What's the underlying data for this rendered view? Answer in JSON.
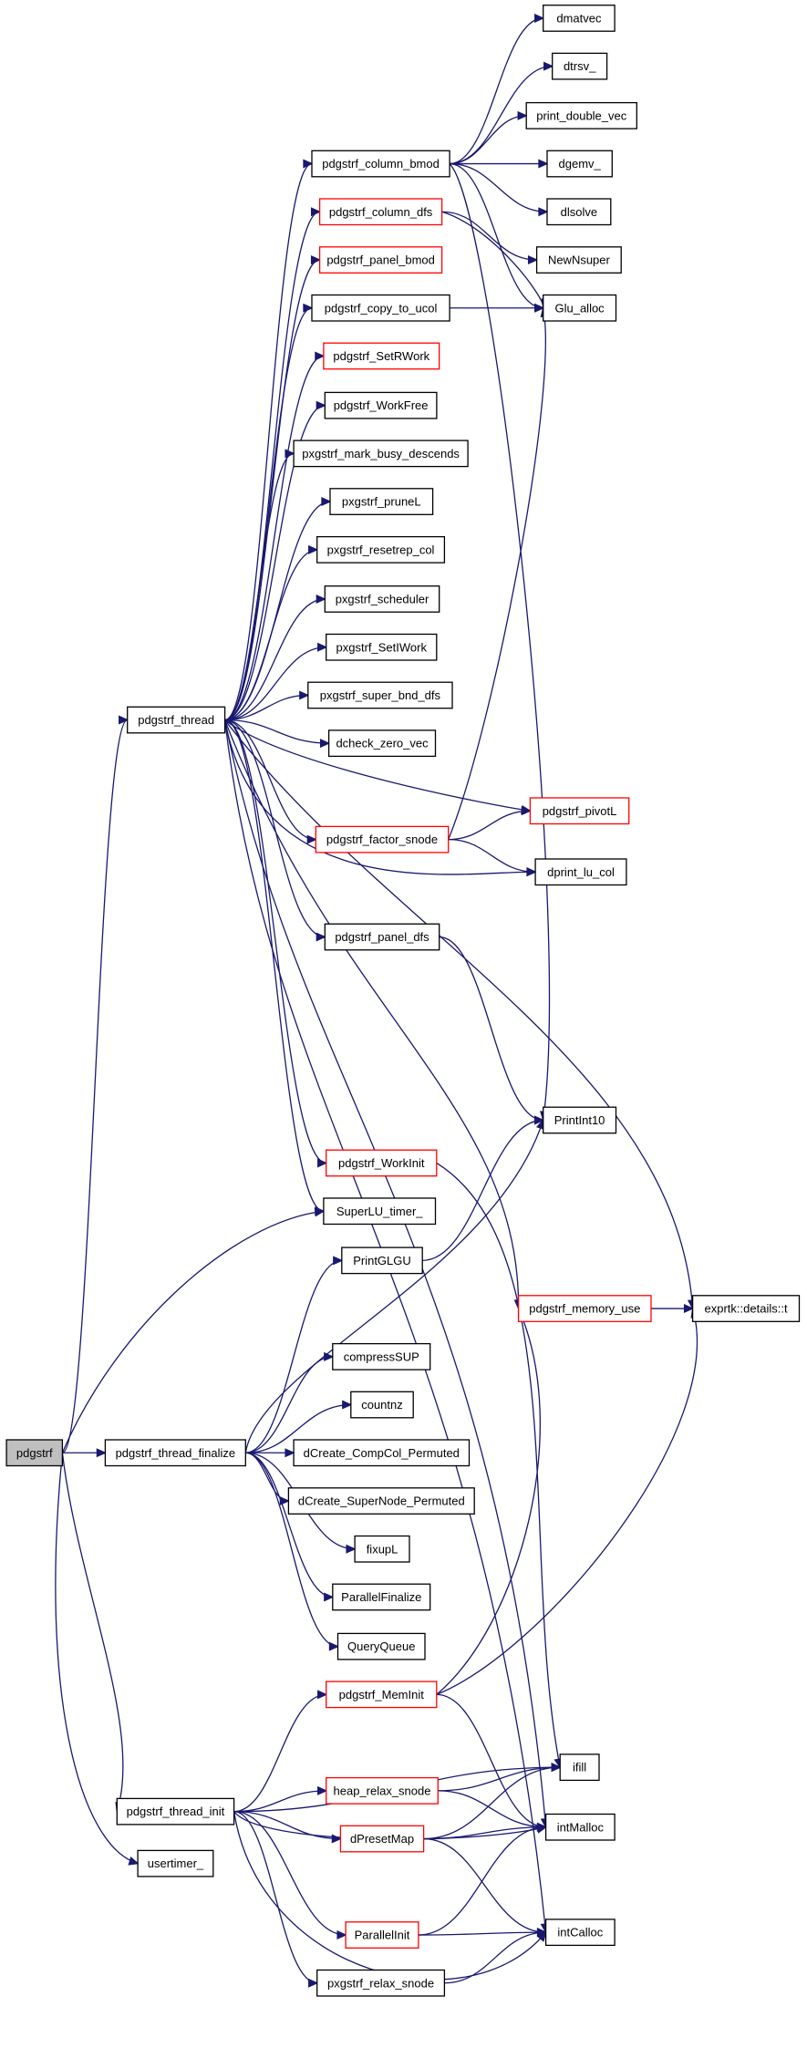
{
  "diagram": {
    "type": "call-graph",
    "colors": {
      "edge": "#191970",
      "normal_border": "#000000",
      "truncated_border": "#ff0000",
      "root_fill": "#bfbfbf"
    },
    "nodes": [
      {
        "id": "pdgstrf",
        "label": "pdgstrf",
        "style": "root"
      },
      {
        "id": "pdgstrf_thread",
        "label": "pdgstrf_thread",
        "style": "normal"
      },
      {
        "id": "pdgstrf_thread_finalize",
        "label": "pdgstrf_thread_finalize",
        "style": "normal"
      },
      {
        "id": "pdgstrf_thread_init",
        "label": "pdgstrf_thread_init",
        "style": "normal"
      },
      {
        "id": "usertimer_",
        "label": "usertimer_",
        "style": "normal"
      },
      {
        "id": "pdgstrf_column_bmod",
        "label": "pdgstrf_column_bmod",
        "style": "normal"
      },
      {
        "id": "pdgstrf_column_dfs",
        "label": "pdgstrf_column_dfs",
        "style": "red"
      },
      {
        "id": "pdgstrf_panel_bmod",
        "label": "pdgstrf_panel_bmod",
        "style": "red"
      },
      {
        "id": "pdgstrf_copy_to_ucol",
        "label": "pdgstrf_copy_to_ucol",
        "style": "normal"
      },
      {
        "id": "pdgstrf_SetRWork",
        "label": "pdgstrf_SetRWork",
        "style": "red"
      },
      {
        "id": "pdgstrf_WorkFree",
        "label": "pdgstrf_WorkFree",
        "style": "normal"
      },
      {
        "id": "pxgstrf_mark_busy_descends",
        "label": "pxgstrf_mark_busy_descends",
        "style": "normal"
      },
      {
        "id": "pxgstrf_pruneL",
        "label": "pxgstrf_pruneL",
        "style": "normal"
      },
      {
        "id": "pxgstrf_resetrep_col",
        "label": "pxgstrf_resetrep_col",
        "style": "normal"
      },
      {
        "id": "pxgstrf_scheduler",
        "label": "pxgstrf_scheduler",
        "style": "normal"
      },
      {
        "id": "pxgstrf_SetIWork",
        "label": "pxgstrf_SetIWork",
        "style": "normal"
      },
      {
        "id": "pxgstrf_super_bnd_dfs",
        "label": "pxgstrf_super_bnd_dfs",
        "style": "normal"
      },
      {
        "id": "dcheck_zero_vec",
        "label": "dcheck_zero_vec",
        "style": "normal"
      },
      {
        "id": "pdgstrf_factor_snode",
        "label": "pdgstrf_factor_snode",
        "style": "red"
      },
      {
        "id": "pdgstrf_panel_dfs",
        "label": "pdgstrf_panel_dfs",
        "style": "normal"
      },
      {
        "id": "pdgstrf_WorkInit",
        "label": "pdgstrf_WorkInit",
        "style": "red"
      },
      {
        "id": "SuperLU_timer_",
        "label": "SuperLU_timer_",
        "style": "normal"
      },
      {
        "id": "PrintGLGU",
        "label": "PrintGLGU",
        "style": "normal"
      },
      {
        "id": "compressSUP",
        "label": "compressSUP",
        "style": "normal"
      },
      {
        "id": "countnz",
        "label": "countnz",
        "style": "normal"
      },
      {
        "id": "dCreate_CompCol_Permuted",
        "label": "dCreate_CompCol_Permuted",
        "style": "normal"
      },
      {
        "id": "dCreate_SuperNode_Permuted",
        "label": "dCreate_SuperNode_Permuted",
        "style": "normal"
      },
      {
        "id": "fixupL",
        "label": "fixupL",
        "style": "normal"
      },
      {
        "id": "ParallelFinalize",
        "label": "ParallelFinalize",
        "style": "normal"
      },
      {
        "id": "QueryQueue",
        "label": "QueryQueue",
        "style": "normal"
      },
      {
        "id": "pdgstrf_MemInit",
        "label": "pdgstrf_MemInit",
        "style": "red"
      },
      {
        "id": "heap_relax_snode",
        "label": "heap_relax_snode",
        "style": "red"
      },
      {
        "id": "dPresetMap",
        "label": "dPresetMap",
        "style": "red"
      },
      {
        "id": "ParallelInit",
        "label": "ParallelInit",
        "style": "red"
      },
      {
        "id": "pxgstrf_relax_snode",
        "label": "pxgstrf_relax_snode",
        "style": "normal"
      },
      {
        "id": "dmatvec",
        "label": "dmatvec",
        "style": "normal"
      },
      {
        "id": "dtrsv_",
        "label": "dtrsv_",
        "style": "normal"
      },
      {
        "id": "print_double_vec",
        "label": "print_double_vec",
        "style": "normal"
      },
      {
        "id": "dgemv_",
        "label": "dgemv_",
        "style": "normal"
      },
      {
        "id": "dlsolve",
        "label": "dlsolve",
        "style": "normal"
      },
      {
        "id": "NewNsuper",
        "label": "NewNsuper",
        "style": "normal"
      },
      {
        "id": "Glu_alloc",
        "label": "Glu_alloc",
        "style": "normal"
      },
      {
        "id": "pdgstrf_pivotL",
        "label": "pdgstrf_pivotL",
        "style": "red"
      },
      {
        "id": "dprint_lu_col",
        "label": "dprint_lu_col",
        "style": "normal"
      },
      {
        "id": "PrintInt10",
        "label": "PrintInt10",
        "style": "normal"
      },
      {
        "id": "pdgstrf_memory_use",
        "label": "pdgstrf_memory_use",
        "style": "red"
      },
      {
        "id": "ifill",
        "label": "ifill",
        "style": "normal"
      },
      {
        "id": "intMalloc",
        "label": "intMalloc",
        "style": "normal"
      },
      {
        "id": "intCalloc",
        "label": "intCalloc",
        "style": "normal"
      },
      {
        "id": "exprtk_details_t",
        "label": "exprtk::details::t",
        "style": "normal"
      }
    ],
    "edges": [
      [
        "pdgstrf",
        "pdgstrf_thread"
      ],
      [
        "pdgstrf",
        "pdgstrf_thread_finalize"
      ],
      [
        "pdgstrf",
        "pdgstrf_thread_init"
      ],
      [
        "pdgstrf",
        "usertimer_"
      ],
      [
        "pdgstrf",
        "SuperLU_timer_"
      ],
      [
        "pdgstrf_thread",
        "pdgstrf_column_bmod"
      ],
      [
        "pdgstrf_thread",
        "pdgstrf_column_dfs"
      ],
      [
        "pdgstrf_thread",
        "pdgstrf_panel_bmod"
      ],
      [
        "pdgstrf_thread",
        "pdgstrf_copy_to_ucol"
      ],
      [
        "pdgstrf_thread",
        "pdgstrf_SetRWork"
      ],
      [
        "pdgstrf_thread",
        "pdgstrf_WorkFree"
      ],
      [
        "pdgstrf_thread",
        "pxgstrf_mark_busy_descends"
      ],
      [
        "pdgstrf_thread",
        "pxgstrf_pruneL"
      ],
      [
        "pdgstrf_thread",
        "pxgstrf_resetrep_col"
      ],
      [
        "pdgstrf_thread",
        "pxgstrf_scheduler"
      ],
      [
        "pdgstrf_thread",
        "pxgstrf_SetIWork"
      ],
      [
        "pdgstrf_thread",
        "pxgstrf_super_bnd_dfs"
      ],
      [
        "pdgstrf_thread",
        "dcheck_zero_vec"
      ],
      [
        "pdgstrf_thread",
        "pdgstrf_factor_snode"
      ],
      [
        "pdgstrf_thread",
        "pdgstrf_pivotL"
      ],
      [
        "pdgstrf_thread",
        "dprint_lu_col"
      ],
      [
        "pdgstrf_thread",
        "pdgstrf_panel_dfs"
      ],
      [
        "pdgstrf_thread",
        "pdgstrf_WorkInit"
      ],
      [
        "pdgstrf_thread",
        "SuperLU_timer_"
      ],
      [
        "pdgstrf_thread",
        "exprtk_details_t"
      ],
      [
        "pdgstrf_thread",
        "pdgstrf_memory_use"
      ],
      [
        "pdgstrf_thread",
        "intMalloc"
      ],
      [
        "pdgstrf_thread",
        "intCalloc"
      ],
      [
        "pdgstrf_column_bmod",
        "dmatvec"
      ],
      [
        "pdgstrf_column_bmod",
        "dtrsv_"
      ],
      [
        "pdgstrf_column_bmod",
        "print_double_vec"
      ],
      [
        "pdgstrf_column_bmod",
        "dgemv_"
      ],
      [
        "pdgstrf_column_bmod",
        "dlsolve"
      ],
      [
        "pdgstrf_column_bmod",
        "Glu_alloc"
      ],
      [
        "pdgstrf_column_bmod",
        "PrintInt10"
      ],
      [
        "pdgstrf_column_dfs",
        "NewNsuper"
      ],
      [
        "pdgstrf_column_dfs",
        "Glu_alloc"
      ],
      [
        "pdgstrf_copy_to_ucol",
        "Glu_alloc"
      ],
      [
        "pdgstrf_factor_snode",
        "Glu_alloc"
      ],
      [
        "pdgstrf_factor_snode",
        "pdgstrf_pivotL"
      ],
      [
        "pdgstrf_factor_snode",
        "dprint_lu_col"
      ],
      [
        "pdgstrf_panel_dfs",
        "PrintInt10"
      ],
      [
        "pdgstrf_WorkInit",
        "ifill"
      ],
      [
        "pdgstrf_thread_finalize",
        "PrintGLGU"
      ],
      [
        "pdgstrf_thread_finalize",
        "PrintInt10"
      ],
      [
        "pdgstrf_thread_finalize",
        "compressSUP"
      ],
      [
        "pdgstrf_thread_finalize",
        "countnz"
      ],
      [
        "pdgstrf_thread_finalize",
        "dCreate_CompCol_Permuted"
      ],
      [
        "pdgstrf_thread_finalize",
        "dCreate_SuperNode_Permuted"
      ],
      [
        "pdgstrf_thread_finalize",
        "fixupL"
      ],
      [
        "pdgstrf_thread_finalize",
        "ParallelFinalize"
      ],
      [
        "pdgstrf_thread_finalize",
        "QueryQueue"
      ],
      [
        "PrintGLGU",
        "PrintInt10"
      ],
      [
        "pdgstrf_memory_use",
        "exprtk_details_t"
      ],
      [
        "pdgstrf_thread_init",
        "pdgstrf_MemInit"
      ],
      [
        "pdgstrf_thread_init",
        "heap_relax_snode"
      ],
      [
        "pdgstrf_thread_init",
        "dPresetMap"
      ],
      [
        "pdgstrf_thread_init",
        "ParallelInit"
      ],
      [
        "pdgstrf_thread_init",
        "pxgstrf_relax_snode"
      ],
      [
        "pdgstrf_thread_init",
        "ifill"
      ],
      [
        "pdgstrf_thread_init",
        "intMalloc"
      ],
      [
        "pdgstrf_thread_init",
        "intCalloc"
      ],
      [
        "pdgstrf_MemInit",
        "pdgstrf_memory_use"
      ],
      [
        "pdgstrf_MemInit",
        "exprtk_details_t"
      ],
      [
        "pdgstrf_MemInit",
        "intMalloc"
      ],
      [
        "heap_relax_snode",
        "ifill"
      ],
      [
        "heap_relax_snode",
        "intMalloc"
      ],
      [
        "dPresetMap",
        "ifill"
      ],
      [
        "dPresetMap",
        "intMalloc"
      ],
      [
        "dPresetMap",
        "intCalloc"
      ],
      [
        "ParallelInit",
        "intMalloc"
      ],
      [
        "ParallelInit",
        "intCalloc"
      ],
      [
        "pxgstrf_relax_snode",
        "intCalloc"
      ]
    ]
  }
}
